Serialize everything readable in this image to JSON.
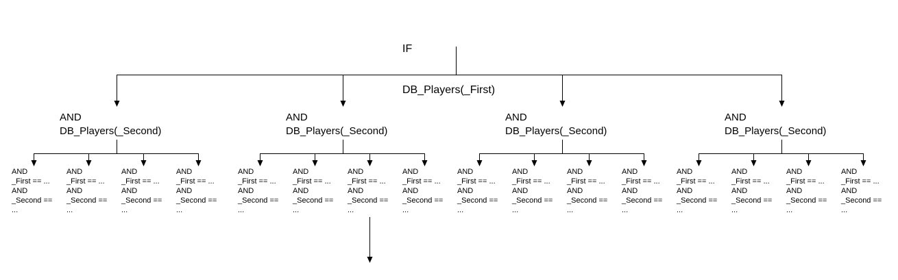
{
  "colors": {
    "line": "#000000",
    "text": "#000000",
    "background": "#ffffff"
  },
  "root": {
    "lines": [
      "IF",
      "DB_Players(_First)"
    ]
  },
  "groups": [
    {
      "lines": [
        "AND",
        "DB_Players(_Second)"
      ],
      "leaves": [
        {
          "lines": [
            "AND",
            "_First == ...",
            "AND",
            "_Second ==",
            "..."
          ]
        },
        {
          "lines": [
            "AND",
            "_First == ...",
            "AND",
            "_Second ==",
            "..."
          ]
        },
        {
          "lines": [
            "AND",
            "_First == ...",
            "AND",
            "_Second ==",
            "..."
          ]
        },
        {
          "lines": [
            "AND",
            "_First == ...",
            "AND",
            "_Second ==",
            "..."
          ]
        }
      ]
    },
    {
      "lines": [
        "AND",
        "DB_Players(_Second)"
      ],
      "leaves": [
        {
          "lines": [
            "AND",
            "_First == ...",
            "AND",
            "_Second ==",
            "..."
          ]
        },
        {
          "lines": [
            "AND",
            "_First == ...",
            "AND",
            "_Second ==",
            "..."
          ]
        },
        {
          "lines": [
            "AND",
            "_First == ...",
            "AND",
            "_Second ==",
            "..."
          ],
          "has_child_arrow": true
        },
        {
          "lines": [
            "AND",
            "_First == ...",
            "AND",
            "_Second ==",
            "..."
          ]
        }
      ]
    },
    {
      "lines": [
        "AND",
        "DB_Players(_Second)"
      ],
      "leaves": [
        {
          "lines": [
            "AND",
            "_First == ...",
            "AND",
            "_Second ==",
            "..."
          ]
        },
        {
          "lines": [
            "AND",
            "_First == ...",
            "AND",
            "_Second ==",
            "..."
          ]
        },
        {
          "lines": [
            "AND",
            "_First == ...",
            "AND",
            "_Second ==",
            "..."
          ]
        },
        {
          "lines": [
            "AND",
            "_First == ...",
            "AND",
            "_Second ==",
            "..."
          ]
        }
      ]
    },
    {
      "lines": [
        "AND",
        "DB_Players(_Second)"
      ],
      "leaves": [
        {
          "lines": [
            "AND",
            "_First == ...",
            "AND",
            "_Second ==",
            "..."
          ]
        },
        {
          "lines": [
            "AND",
            "_First == ...",
            "AND",
            "_Second ==",
            "..."
          ]
        },
        {
          "lines": [
            "AND",
            "_First == ...",
            "AND",
            "_Second ==",
            "..."
          ]
        },
        {
          "lines": [
            "AND",
            "_First == ...",
            "AND",
            "_Second ==",
            "..."
          ]
        }
      ]
    }
  ]
}
